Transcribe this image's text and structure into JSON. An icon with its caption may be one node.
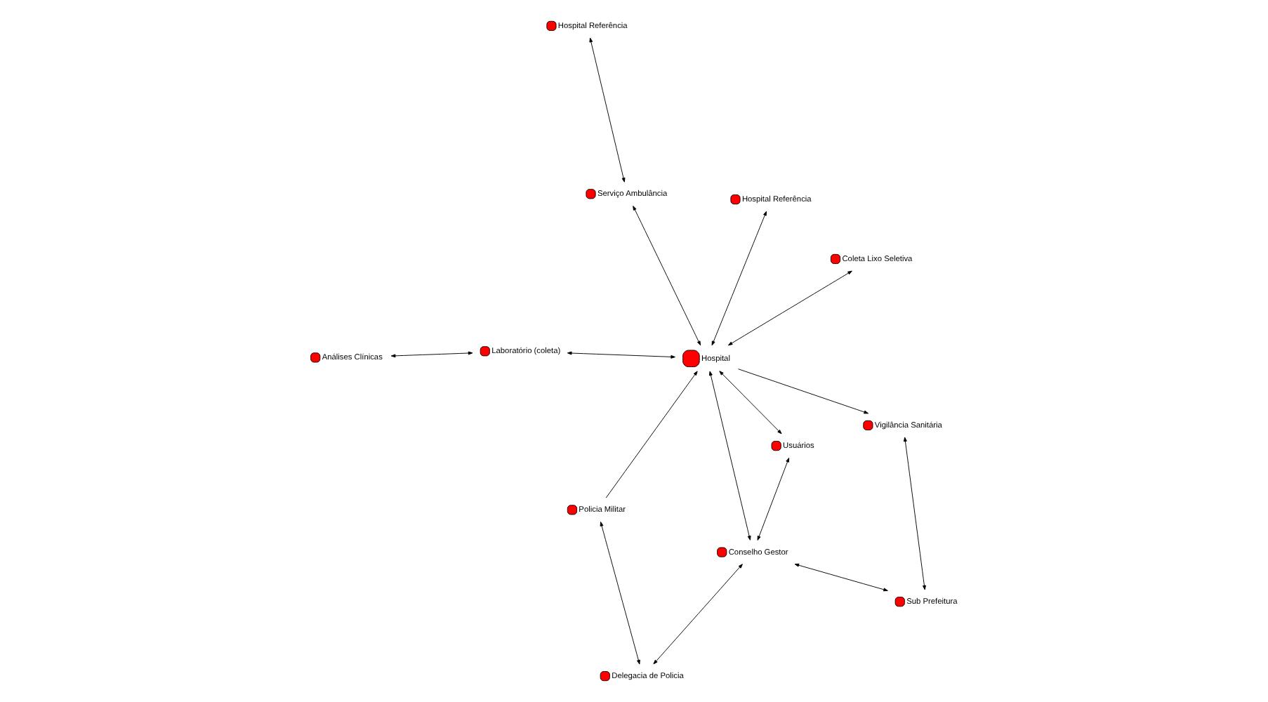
{
  "diagram": {
    "nodes": [
      {
        "text": [
          "Hospital Referência"
        ]
      },
      {
        "text": [
          "Serviço Ambulância"
        ]
      },
      {
        "text": [
          "Delegacia de Policia"
        ]
      },
      {
        "text": [
          "Policia Militar"
        ]
      },
      {
        "text": [
          "Conselho Gestor"
        ]
      },
      {
        "text": [
          "Hospital Referência"
        ]
      },
      {
        "text": [
          "Hospital"
        ]
      },
      {
        "text": [
          "Usuários"
        ]
      },
      {
        "text": [
          "Sub Prefeitura"
        ]
      },
      {
        "text": [
          "Análises Clínicas"
        ]
      },
      {
        "text": [
          "Vigilância Sanitária"
        ]
      },
      {
        "text": [
          "Laboratório (coleta)"
        ]
      },
      {
        "text": [
          "Coleta Lixo Seletiva"
        ]
      }
    ],
    "edges": [
      {
        "from": 0,
        "to": 1,
        "arrow": "both"
      },
      {
        "from": 1,
        "to": 6,
        "arrow": "both"
      },
      {
        "from": 2,
        "to": 3,
        "arrow": "both"
      },
      {
        "from": 2,
        "to": 4,
        "arrow": "both"
      },
      {
        "from": 3,
        "to": 6,
        "arrow": "to"
      },
      {
        "from": 4,
        "to": 6,
        "arrow": "both"
      },
      {
        "from": 4,
        "to": 7,
        "arrow": "both"
      },
      {
        "from": 4,
        "to": 8,
        "arrow": "both"
      },
      {
        "from": 5,
        "to": 6,
        "arrow": "both"
      },
      {
        "from": 6,
        "to": 7,
        "arrow": "both"
      },
      {
        "from": 6,
        "to": 10,
        "arrow": "to"
      },
      {
        "from": 8,
        "to": 10,
        "arrow": "both"
      },
      {
        "from": 9,
        "to": 11,
        "arrow": "both"
      },
      {
        "from": 6,
        "to": 11,
        "arrow": "both"
      },
      {
        "from": 6,
        "to": 12,
        "arrow": "both"
      }
    ]
  }
}
